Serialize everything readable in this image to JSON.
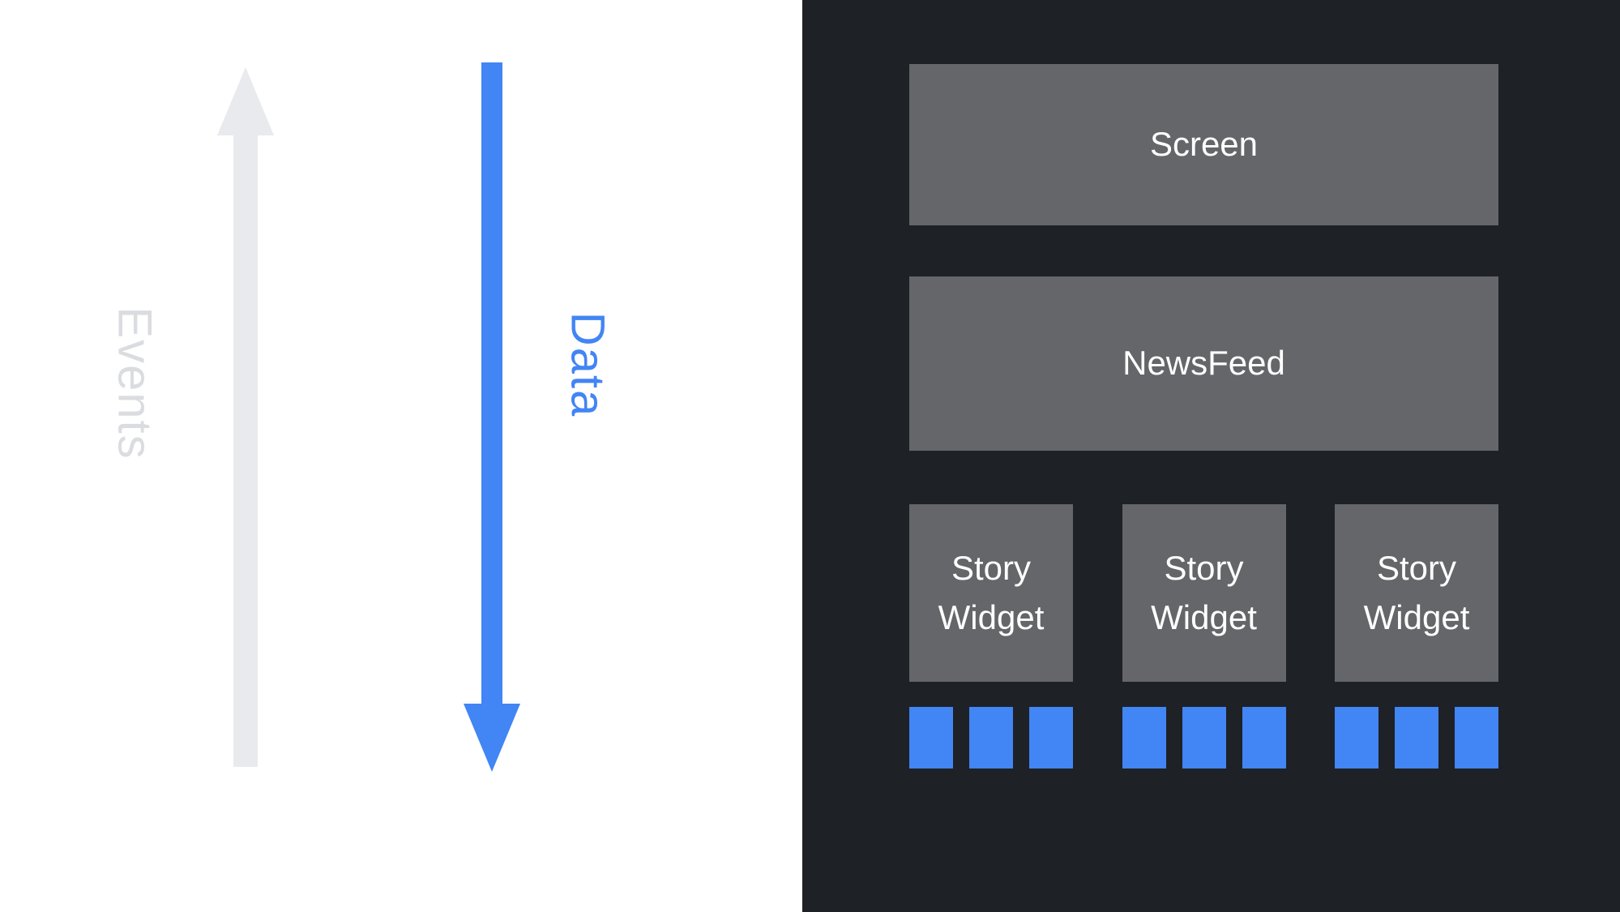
{
  "diagram": {
    "left_panel": {
      "events_label": "Events",
      "data_label": "Data"
    },
    "right_panel": {
      "screen_label": "Screen",
      "newsfeed_label": "NewsFeed",
      "story_widgets": [
        {
          "label": "Story Widget",
          "tiles": 3
        },
        {
          "label": "Story Widget",
          "tiles": 3
        },
        {
          "label": "Story Widget",
          "tiles": 3
        }
      ]
    },
    "colors": {
      "left_bg": "#ffffff",
      "panel_bg": "#1e2126",
      "box_bg": "#646669",
      "box_text": "#ffffff",
      "events_arrow": "#e8eaed",
      "events_text": "#dadce0",
      "data_accent": "#4285f4"
    }
  }
}
